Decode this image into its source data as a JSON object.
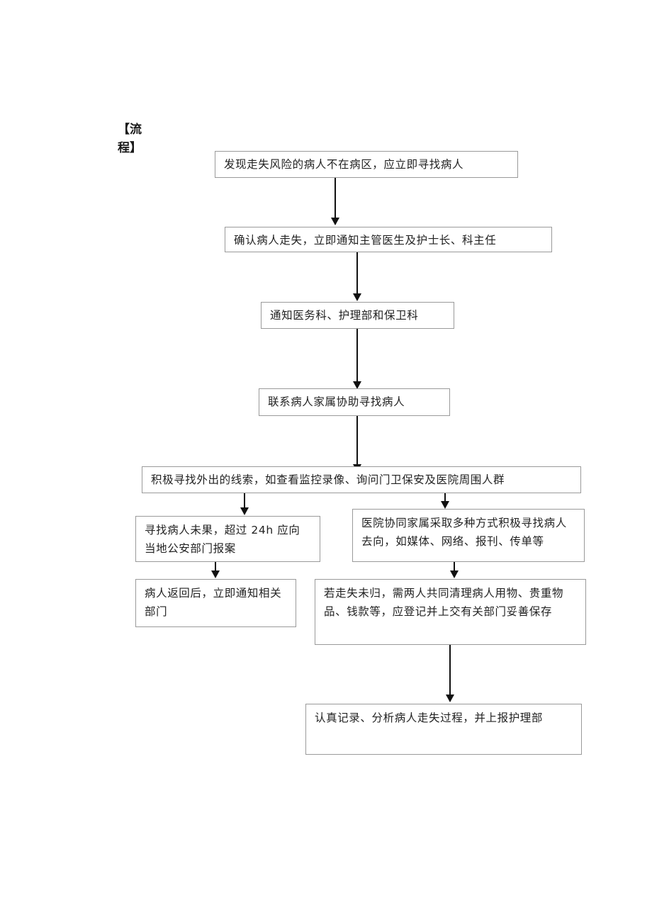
{
  "document": {
    "heading": "【流程】"
  },
  "flowchart": {
    "type": "flowchart",
    "orientation": "top-to-bottom",
    "nodes": [
      {
        "id": "n1",
        "label": "发现走失风险的病人不在病区，应立即寻找病人"
      },
      {
        "id": "n2",
        "label": "确认病人走失，立即通知主管医生及护士长、科主任"
      },
      {
        "id": "n3",
        "label": "通知医务科、护理部和保卫科"
      },
      {
        "id": "n4",
        "label": "联系病人家属协助寻找病人"
      },
      {
        "id": "n5",
        "label": "积极寻找外出的线索，如查看监控录像、询问门卫保安及医院周围人群"
      },
      {
        "id": "n6",
        "label": "寻找病人未果，超过 24h 应向当地公安部门报案"
      },
      {
        "id": "n7",
        "label": "医院协同家属采取多种方式积极寻找病人去向，如媒体、网络、报刊、传单等"
      },
      {
        "id": "n8",
        "label": "病人返回后，立即通知相关部门"
      },
      {
        "id": "n9",
        "label": "若走失未归，需两人共同清理病人用物、贵重物品、钱款等，应登记并上交有关部门妥善保存"
      },
      {
        "id": "n10",
        "label": "认真记录、分析病人走失过程，并上报护理部"
      }
    ],
    "edges": [
      {
        "from": "n1",
        "to": "n2"
      },
      {
        "from": "n2",
        "to": "n3"
      },
      {
        "from": "n3",
        "to": "n4"
      },
      {
        "from": "n4",
        "to": "n5"
      },
      {
        "from": "n5",
        "to": "n6"
      },
      {
        "from": "n5",
        "to": "n7"
      },
      {
        "from": "n6",
        "to": "n8"
      },
      {
        "from": "n7",
        "to": "n9"
      },
      {
        "from": "n9",
        "to": "n10"
      }
    ]
  },
  "style": {
    "box_border_color": "#9a9a9a",
    "connector_color": "#111111",
    "text_color": "#222222",
    "background": "#ffffff"
  }
}
